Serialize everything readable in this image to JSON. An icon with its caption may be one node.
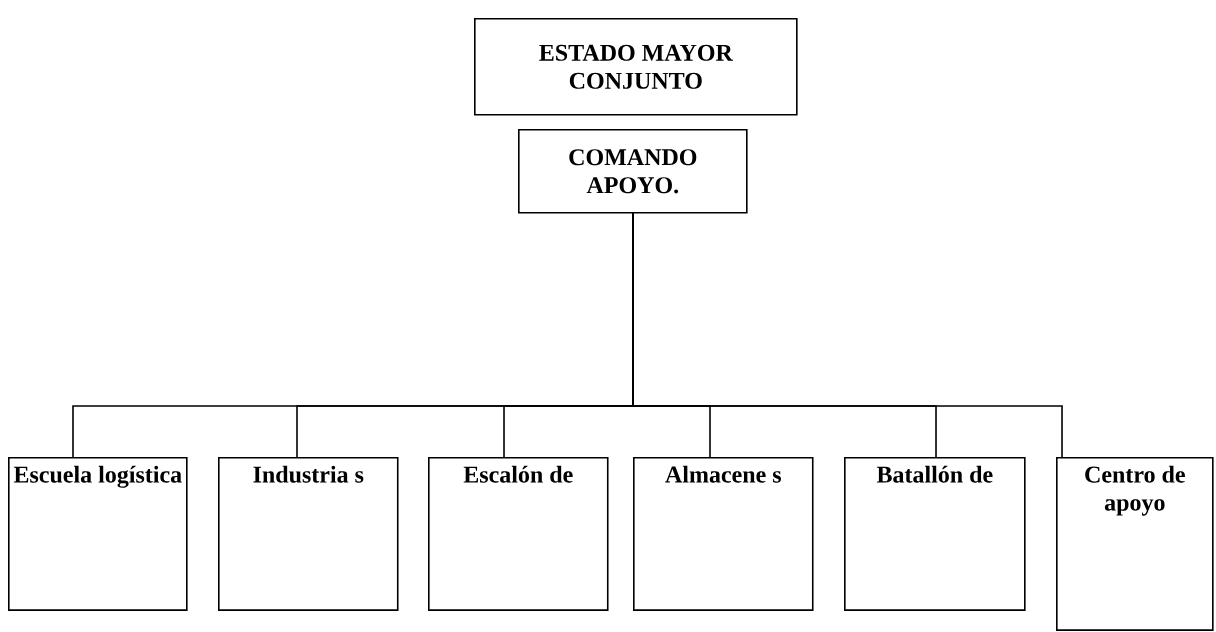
{
  "diagram": {
    "nodes": [
      {
        "text": [
          "ESTADO MAYOR CONJUNTO"
        ]
      },
      {
        "text": [
          "COMANDO APOYO."
        ]
      },
      {
        "text": [
          "Escuela logística"
        ]
      },
      {
        "text": [
          "Industria s"
        ]
      },
      {
        "text": [
          "Escalón de"
        ]
      },
      {
        "text": [
          "Almacene s"
        ]
      },
      {
        "text": [
          "Batallón de"
        ]
      },
      {
        "text": [
          "Centro de apoyo"
        ]
      }
    ],
    "edges": [
      {
        "from": 1,
        "to": 2,
        "arrow": "none"
      },
      {
        "from": 1,
        "to": 3,
        "arrow": "none"
      },
      {
        "from": 1,
        "to": 4,
        "arrow": "none"
      },
      {
        "from": 1,
        "to": 5,
        "arrow": "none"
      },
      {
        "from": 1,
        "to": 6,
        "arrow": "none"
      },
      {
        "from": 1,
        "to": 7,
        "arrow": "none"
      }
    ]
  }
}
